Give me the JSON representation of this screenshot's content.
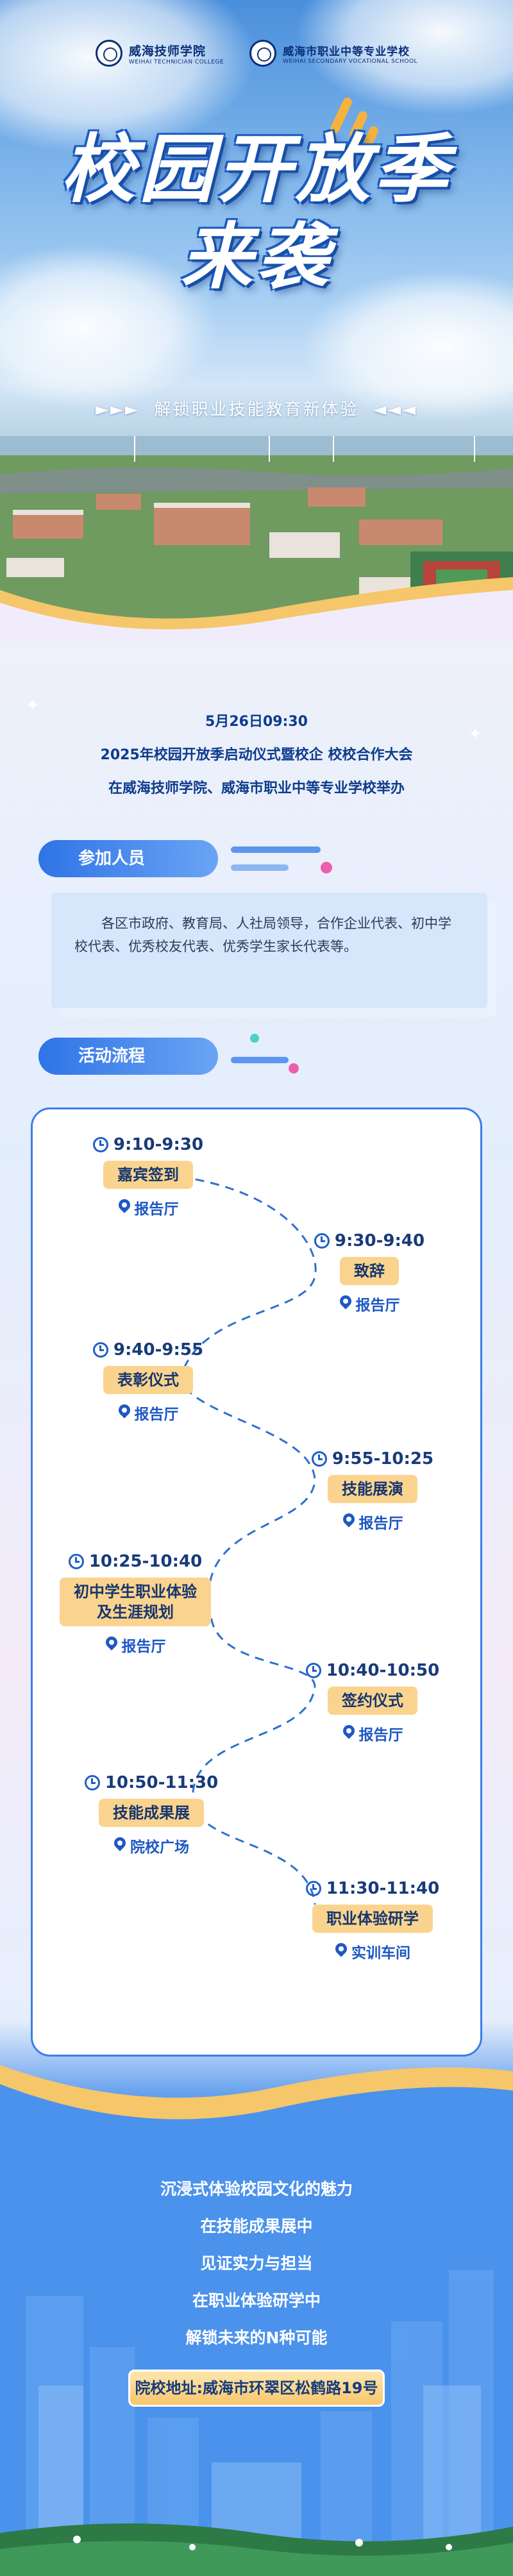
{
  "header": {
    "logos": [
      {
        "name": "威海技师学院",
        "sub": "WEIHAI TECHNICIAN COLLEGE"
      },
      {
        "name": "威海市职业中等专业学校",
        "sub": "WEIHAI SECONDARY VOCATIONAL SCHOOL"
      }
    ],
    "title_line1": "校园开放季",
    "title_line2": "来袭",
    "subtitle_arrows_left": "►►►",
    "subtitle": "解锁职业技能教育新体验",
    "subtitle_arrows_right": "◄◄◄"
  },
  "intro": {
    "date": "5月26日09:30",
    "event": "2025年校园开放季启动仪式暨校企 校校合作大会",
    "location": "在威海技师学院、威海市职业中等专业学校举办"
  },
  "participants": {
    "title": "参加人员",
    "text": "各区市政府、教育局、人社局领导，合作企业代表、初中学校代表、优秀校友代表、优秀学生家长代表等。"
  },
  "schedule": {
    "title": "活动流程",
    "items": [
      {
        "time": "9:10-9:30",
        "event": "嘉宾签到",
        "place": "报告厅"
      },
      {
        "time": "9:30-9:40",
        "event": "致辞",
        "place": "报告厅"
      },
      {
        "time": "9:40-9:55",
        "event": "表彰仪式",
        "place": "报告厅"
      },
      {
        "time": "9:55-10:25",
        "event": "技能展演",
        "place": "报告厅"
      },
      {
        "time": "10:25-10:40",
        "event": "初中学生职业体验\n及生涯规划",
        "place": "报告厅"
      },
      {
        "time": "10:40-10:50",
        "event": "签约仪式",
        "place": "报告厅"
      },
      {
        "time": "10:50-11:30",
        "event": "技能成果展",
        "place": "院校广场"
      },
      {
        "time": "11:30-11:40",
        "event": "职业体验研学",
        "place": "实训车间"
      }
    ]
  },
  "footer": {
    "lines": [
      "沉浸式体验校园文化的魅力",
      "在技能成果展中",
      "见证实力与担当",
      "在职业体验研学中",
      "解锁未来的N种可能"
    ],
    "address": "院校地址:威海市环翠区松鹤路19号"
  },
  "colors": {
    "primary": "#2f74e6",
    "accent": "#fad48e",
    "text_dark": "#0c3c8d"
  }
}
